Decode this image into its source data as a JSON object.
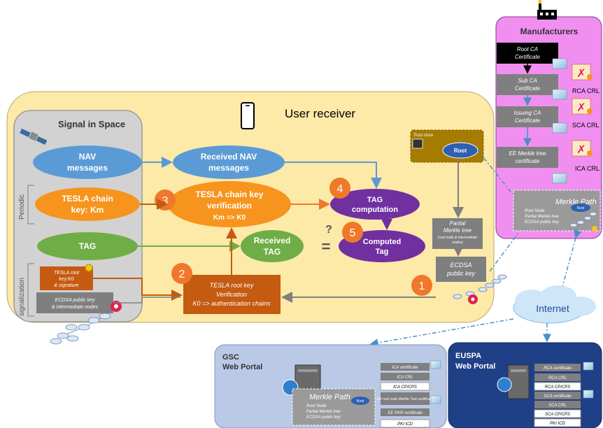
{
  "user_receiver": {
    "title": "User receiver"
  },
  "signal_in_space": {
    "title": "Signal in Space",
    "periodic_label": "Periodic",
    "signalization_label": "signalization",
    "nav": [
      "NAV",
      "messages"
    ],
    "tesla_key": [
      "TESLA chain",
      "key: Km"
    ],
    "tag": "TAG",
    "tesla_root": [
      "TESLA root",
      "key:K0",
      "& signature"
    ],
    "ecdsa_pubkey": [
      "ECDSA public key",
      "& intermediate nodes"
    ]
  },
  "receiver": {
    "received_nav": [
      "Received NAV",
      "messages"
    ],
    "tesla_verif": [
      "TESLA chain key",
      "verification",
      "Km => K0"
    ],
    "tag_comp": [
      "TAG",
      "computation"
    ],
    "received_tag": [
      "Received",
      "TAG"
    ],
    "computed_tag": [
      "Computed",
      "Tag"
    ],
    "equals": "=",
    "question": "?",
    "root_verif": [
      "TESLA root key",
      "Verification",
      "K0 => authentication chains"
    ],
    "trust_store": "Trust store",
    "root": "Root",
    "partial_merkle": [
      "Partial",
      "Merkle tree",
      "(root node & intermediate",
      "nodes)"
    ],
    "ecdsa_box": [
      "ECDSA",
      "public key"
    ]
  },
  "steps": [
    "1",
    "2",
    "3",
    "4",
    "5"
  ],
  "manufacturers": {
    "title": "Manufacturers",
    "root_ca": [
      "Root CA",
      "Certificate"
    ],
    "sub_ca": [
      "Sub CA",
      "Certificate"
    ],
    "issuing_ca": [
      "Issuing CA",
      "Certificate"
    ],
    "ee_merkle": [
      "EE Merkle tree",
      "certificate"
    ],
    "rca_crl": "RCA CRL",
    "sca_crl": "SCA CRL",
    "ica_crl": "ICA CRL",
    "merkle_path": {
      "title": "Merkle Path",
      "items": [
        "Root Node",
        "Partial Merkle tree",
        "ECDSA public key"
      ],
      "root": "Root"
    }
  },
  "internet": "Internet",
  "gsc": {
    "title": [
      "GSC",
      "Web Portal"
    ],
    "merkle_title": "Merkle Path",
    "merkle_items": [
      "Root Node",
      "Partial Merkle tree",
      "ECDSA public key"
    ],
    "merkle_root": "Root",
    "docs": [
      "ICA certificate",
      "ICA CRL",
      "ICA CP/CPS",
      "EE root node Merkle Tree certificate",
      "EE PKR certificate",
      "PKI ICD"
    ]
  },
  "euspa": {
    "title": [
      "EUSPA",
      "Web Portal"
    ],
    "docs": [
      "RCA certificate",
      "RCA CRL",
      "RCA CP/CPS",
      "SCA certificate",
      "SCA CRL",
      "SCA CP/CPS",
      "PKI ICD"
    ]
  },
  "colors": {
    "yellow_bg": "#fde9a8",
    "gray_bg": "#d0d0d0",
    "pink_bg": "#f08ff0",
    "blue": "#5b9bd5",
    "orange": "#f7941d",
    "purple": "#7030a0",
    "green": "#70ad47",
    "step": "#f0782a",
    "brown": "#c55a11",
    "gold": "#a67c00"
  }
}
